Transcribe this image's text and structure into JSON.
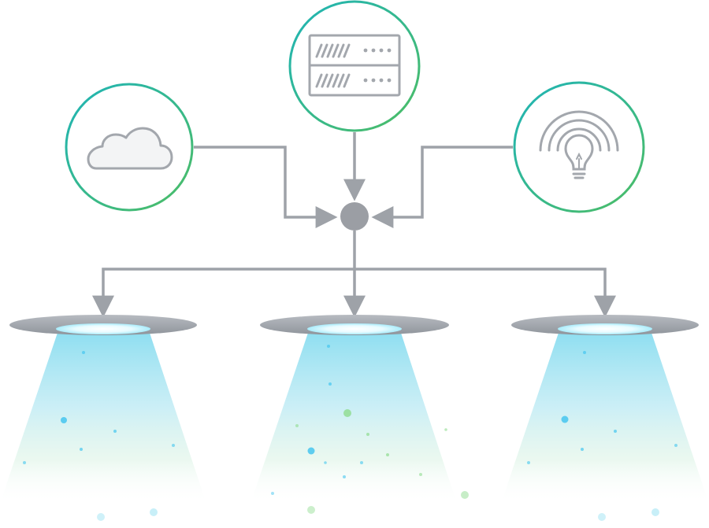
{
  "colors": {
    "background": "#ffffff",
    "line_gray": "#9ea2a8",
    "hub_gray": "#9b9ea4",
    "icon_gray": "#a3a7ad",
    "ring_teal": "#1fb4b7",
    "ring_green": "#4dbd64",
    "beam_blue": "#86dcf0",
    "beam_green": "#c8ebd6",
    "disc_gray": "#a5a9b0",
    "disc_glow": "#e8fbff",
    "particle_blue": "#45c6ef",
    "particle_green": "#8fdc8f"
  },
  "nodes": {
    "sources": [
      {
        "id": "cloud",
        "icon": "cloud-icon"
      },
      {
        "id": "server",
        "icon": "server-rack-icon"
      },
      {
        "id": "lightbulb",
        "icon": "lightbulb-broadcast-icon"
      }
    ],
    "hub": {
      "icon": "hub-dot"
    },
    "targets": [
      {
        "id": "left",
        "icon": "beam-emitter"
      },
      {
        "id": "center",
        "icon": "beam-emitter"
      },
      {
        "id": "right",
        "icon": "beam-emitter"
      }
    ]
  }
}
